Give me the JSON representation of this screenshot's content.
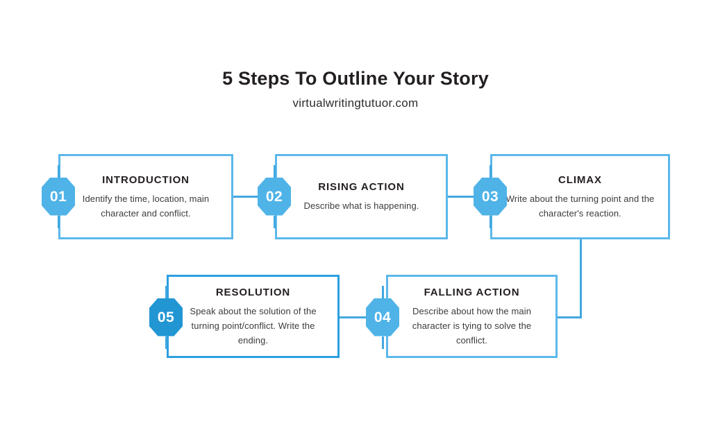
{
  "header": {
    "title": "5 Steps To Outline Your Story",
    "subtitle": "virtualwritingtutuor.com"
  },
  "colors": {
    "accent_light": "#5bb8ea",
    "accent": "#41a7e0",
    "accent_strong": "#2b9fe0",
    "badge_light": "#4fb3e8",
    "badge_strong": "#2196d3",
    "text": "#231f20",
    "body_text": "#3b3b3b",
    "background": "#ffffff"
  },
  "steps": [
    {
      "number": "01",
      "heading": "INTRODUCTION",
      "body": "Identify the time, location, main character and conflict."
    },
    {
      "number": "02",
      "heading": "RISING ACTION",
      "body": "Describe what is happening."
    },
    {
      "number": "03",
      "heading": "CLIMAX",
      "body": "Write about the turning point and the character's reaction."
    },
    {
      "number": "04",
      "heading": "FALLING ACTION",
      "body": "Describe about how the main character is tying to solve the conflict."
    },
    {
      "number": "05",
      "heading": "RESOLUTION",
      "body": "Speak about the solution of the turning point/conflict. Write the ending."
    }
  ]
}
